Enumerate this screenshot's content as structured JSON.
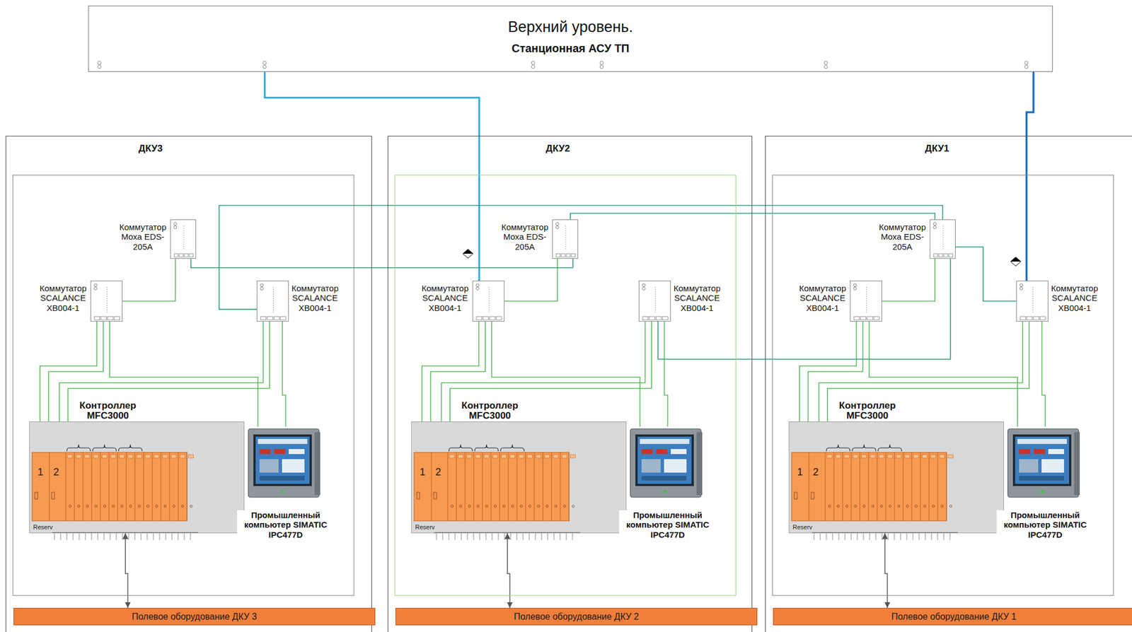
{
  "diagram": {
    "nodes": [
      {
        "text": [
          "Верхний уровень.",
          "Станционная АСУ ТП"
        ]
      },
      {
        "text": [
          "ДКУ3"
        ]
      },
      {
        "text": [
          "Коммутатор Moxa EDS-205A"
        ],
        "in": 1
      },
      {
        "text": [
          "Коммутатор SCALANCE XB004-1"
        ],
        "in": 1
      },
      {
        "text": [
          "Коммутатор SCALANCE XB004-1"
        ],
        "in": 1
      },
      {
        "text": [
          "Контроллер MFC3000"
        ],
        "in": 1
      },
      {
        "text": [
          "Промышленный компьютер SIMATIC IPC477D"
        ],
        "in": 1
      },
      {
        "text": [
          "Полевое оборудование ДКУ 3"
        ],
        "in": 1
      },
      {
        "text": [
          "ДКУ2"
        ]
      },
      {
        "text": [
          "Коммутатор Moxa EDS-205A"
        ],
        "in": 8
      },
      {
        "text": [
          "Коммутатор SCALANCE XB004-1"
        ],
        "in": 8
      },
      {
        "text": [
          "Коммутатор SCALANCE XB004-1"
        ],
        "in": 8
      },
      {
        "text": [
          "Контроллер MFC3000"
        ],
        "in": 8
      },
      {
        "text": [
          "Промышленный компьютер SIMATIC IPC477D"
        ],
        "in": 8
      },
      {
        "text": [
          "Полевое оборудование ДКУ 2"
        ],
        "in": 8
      },
      {
        "text": [
          "ДКУ1"
        ]
      },
      {
        "text": [
          "Коммутатор Moxa EDS-205A"
        ],
        "in": 15
      },
      {
        "text": [
          "Коммутатор SCALANCE XB004-1"
        ],
        "in": 15
      },
      {
        "text": [
          "Коммутатор SCALANCE XB004-1"
        ],
        "in": 15
      },
      {
        "text": [
          "Контроллер MFC3000"
        ],
        "in": 15
      },
      {
        "text": [
          "Промышленный компьютер SIMATIC IPC477D"
        ],
        "in": 15
      },
      {
        "text": [
          "Полевое оборудование ДКУ 1"
        ],
        "in": 15
      }
    ],
    "edges": [
      {
        "from": 0,
        "to": 10,
        "arrow": "none"
      },
      {
        "from": 0,
        "to": 18,
        "arrow": "none"
      },
      {
        "from": 2,
        "to": 3,
        "arrow": "none"
      },
      {
        "from": 3,
        "to": 5,
        "arrow": "none"
      },
      {
        "from": 3,
        "to": 5,
        "arrow": "none"
      },
      {
        "from": 3,
        "to": 6,
        "arrow": "none"
      },
      {
        "from": 4,
        "to": 5,
        "arrow": "none"
      },
      {
        "from": 4,
        "to": 5,
        "arrow": "none"
      },
      {
        "from": 4,
        "to": 6,
        "arrow": "none"
      },
      {
        "from": 5,
        "to": 7,
        "arrow": "both"
      },
      {
        "from": 9,
        "to": 10,
        "arrow": "none"
      },
      {
        "from": 10,
        "to": 12,
        "arrow": "none"
      },
      {
        "from": 10,
        "to": 12,
        "arrow": "none"
      },
      {
        "from": 10,
        "to": 13,
        "arrow": "none"
      },
      {
        "from": 11,
        "to": 12,
        "arrow": "none"
      },
      {
        "from": 11,
        "to": 12,
        "arrow": "none"
      },
      {
        "from": 11,
        "to": 13,
        "arrow": "none"
      },
      {
        "from": 12,
        "to": 14,
        "arrow": "both"
      },
      {
        "from": 16,
        "to": 17,
        "arrow": "none"
      },
      {
        "from": 17,
        "to": 19,
        "arrow": "none"
      },
      {
        "from": 17,
        "to": 19,
        "arrow": "none"
      },
      {
        "from": 17,
        "to": 20,
        "arrow": "none"
      },
      {
        "from": 18,
        "to": 19,
        "arrow": "none"
      },
      {
        "from": 18,
        "to": 19,
        "arrow": "none"
      },
      {
        "from": 18,
        "to": 20,
        "arrow": "none"
      },
      {
        "from": 19,
        "to": 21,
        "arrow": "both"
      },
      {
        "from": 4,
        "to": 16,
        "arrow": "none"
      },
      {
        "from": 2,
        "to": 9,
        "arrow": "none"
      },
      {
        "from": 9,
        "to": 16,
        "arrow": "none"
      },
      {
        "from": 11,
        "to": 16,
        "arrow": "none"
      },
      {
        "from": 16,
        "to": 18,
        "arrow": "none"
      }
    ],
    "labels": [
      "1",
      "2",
      "Reserv",
      "1",
      "2",
      "Reserv",
      "1",
      "2",
      "Reserv"
    ]
  }
}
